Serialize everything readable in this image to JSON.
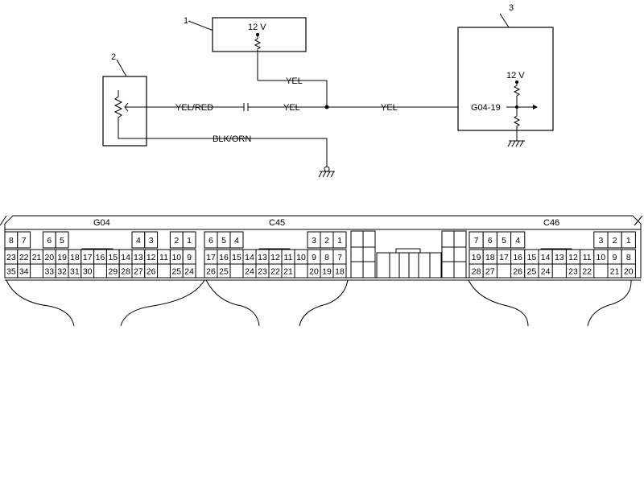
{
  "schematic": {
    "callouts": [
      "1",
      "2",
      "3"
    ],
    "component1_voltage": "12 V",
    "component3_voltage": "12 V",
    "wires": {
      "yel_red": "YEL/RED",
      "yel_left": "YEL",
      "yel_right": "YEL",
      "yel_vertical": "YEL",
      "blk_orn": "BLK/ORN"
    },
    "pin_label": "G04-19"
  },
  "connector_strip": {
    "groups": [
      {
        "name": "G04",
        "pins": [
          [
            "8",
            "7",
            "",
            "6",
            "5",
            "",
            "",
            "",
            "",
            "",
            "4",
            "3",
            "",
            "2",
            "1"
          ],
          [
            "23",
            "22",
            "21",
            "20",
            "19",
            "18",
            "17",
            "16",
            "15",
            "14",
            "13",
            "12",
            "11",
            "10",
            "9"
          ],
          [
            "35",
            "34",
            "",
            "33",
            "32",
            "31",
            "30",
            "",
            "29",
            "28",
            "27",
            "26",
            "",
            "25",
            "24"
          ]
        ]
      },
      {
        "name": "C45",
        "pins": [
          [
            "6",
            "5",
            "4",
            "",
            "",
            "",
            "",
            "",
            "3",
            "2",
            "1"
          ],
          [
            "17",
            "16",
            "15",
            "14",
            "13",
            "12",
            "11",
            "10",
            "9",
            "8",
            "7"
          ],
          [
            "26",
            "25",
            "",
            "24",
            "23",
            "22",
            "21",
            "",
            "20",
            "19",
            "18"
          ]
        ]
      },
      {
        "name": "C46",
        "pins": [
          [
            "7",
            "6",
            "5",
            "4",
            "",
            "",
            "",
            "",
            "",
            "3",
            "2",
            "1"
          ],
          [
            "19",
            "18",
            "17",
            "16",
            "15",
            "14",
            "13",
            "12",
            "11",
            "10",
            "9",
            "8"
          ],
          [
            "28",
            "27",
            "",
            "26",
            "25",
            "24",
            "",
            "23",
            "22",
            "",
            "21",
            "20"
          ]
        ]
      }
    ]
  }
}
